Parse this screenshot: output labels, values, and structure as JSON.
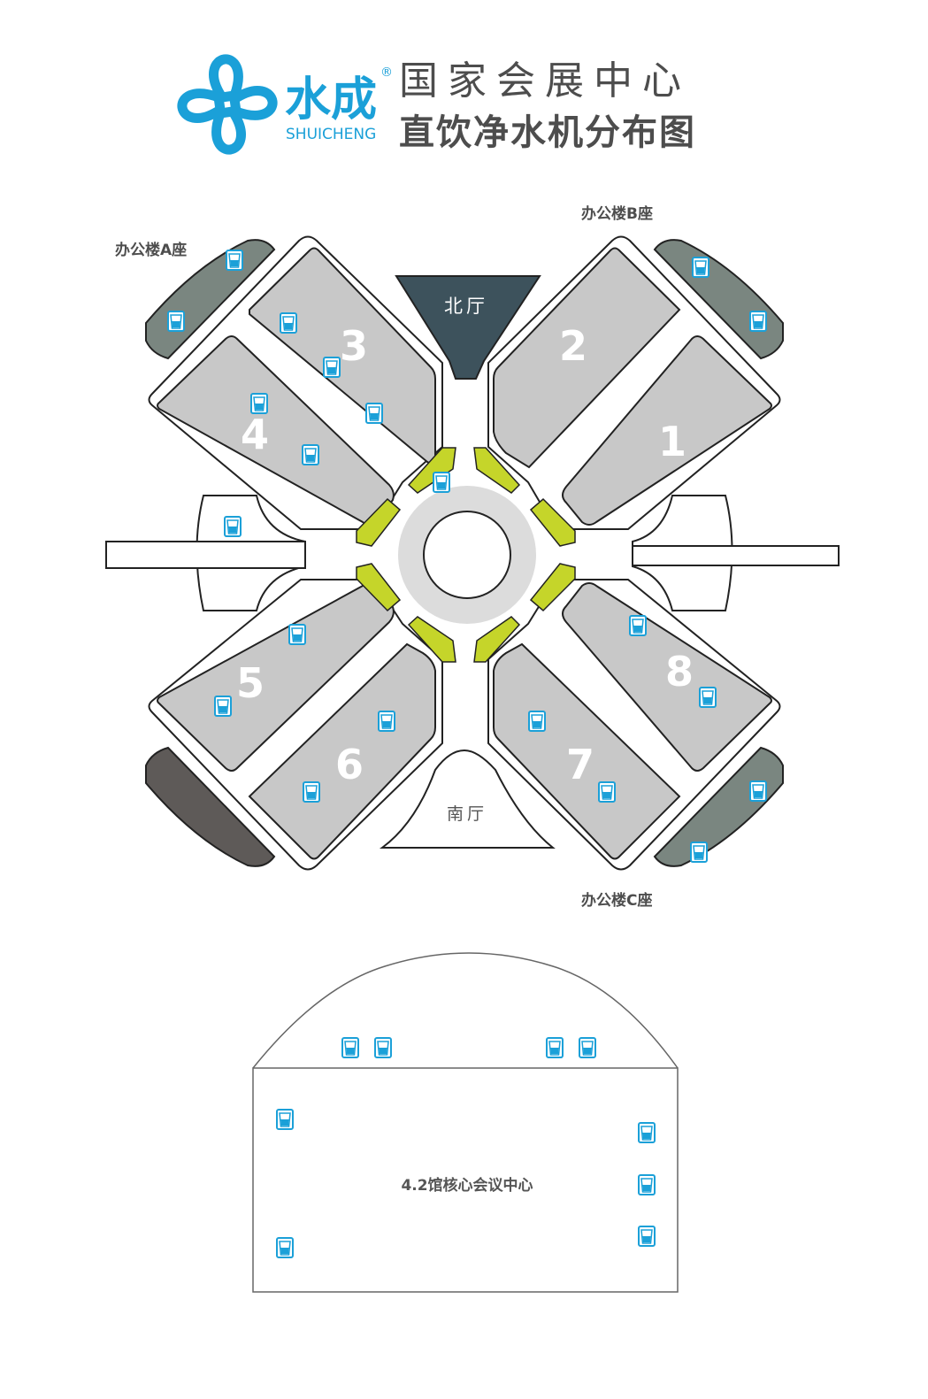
{
  "brand": {
    "name_cn": "水成",
    "name_en": "SHUICHENG",
    "registered_mark": "®",
    "accent_color": "#1ba0d8",
    "icon": "clover-petal-logo"
  },
  "header": {
    "title_line1": "国家会展中心",
    "title_line2": "直饮净水机分布图",
    "text_color": "#4d4d4d"
  },
  "legend_icon": "water-cup-icon",
  "colors": {
    "hall_fill": "#c8c8c8",
    "office_fill": "#7a8680",
    "office_dark_fill": "#5e5a58",
    "north_hall_fill": "#3d525c",
    "connector_fill": "#c5d52a",
    "ring_fill": "#dcdcdc",
    "cup_color": "#1ba0d8"
  },
  "halls": [
    {
      "label": "1"
    },
    {
      "label": "2"
    },
    {
      "label": "3"
    },
    {
      "label": "4"
    },
    {
      "label": "5"
    },
    {
      "label": "6"
    },
    {
      "label": "7"
    },
    {
      "label": "8"
    }
  ],
  "lobbies": {
    "north": "北厅",
    "south": "南厅"
  },
  "offices": {
    "a": "办公楼A座",
    "b": "办公楼B座",
    "c": "办公楼C座"
  },
  "conference": {
    "label": "4.2馆核心会议中心"
  }
}
